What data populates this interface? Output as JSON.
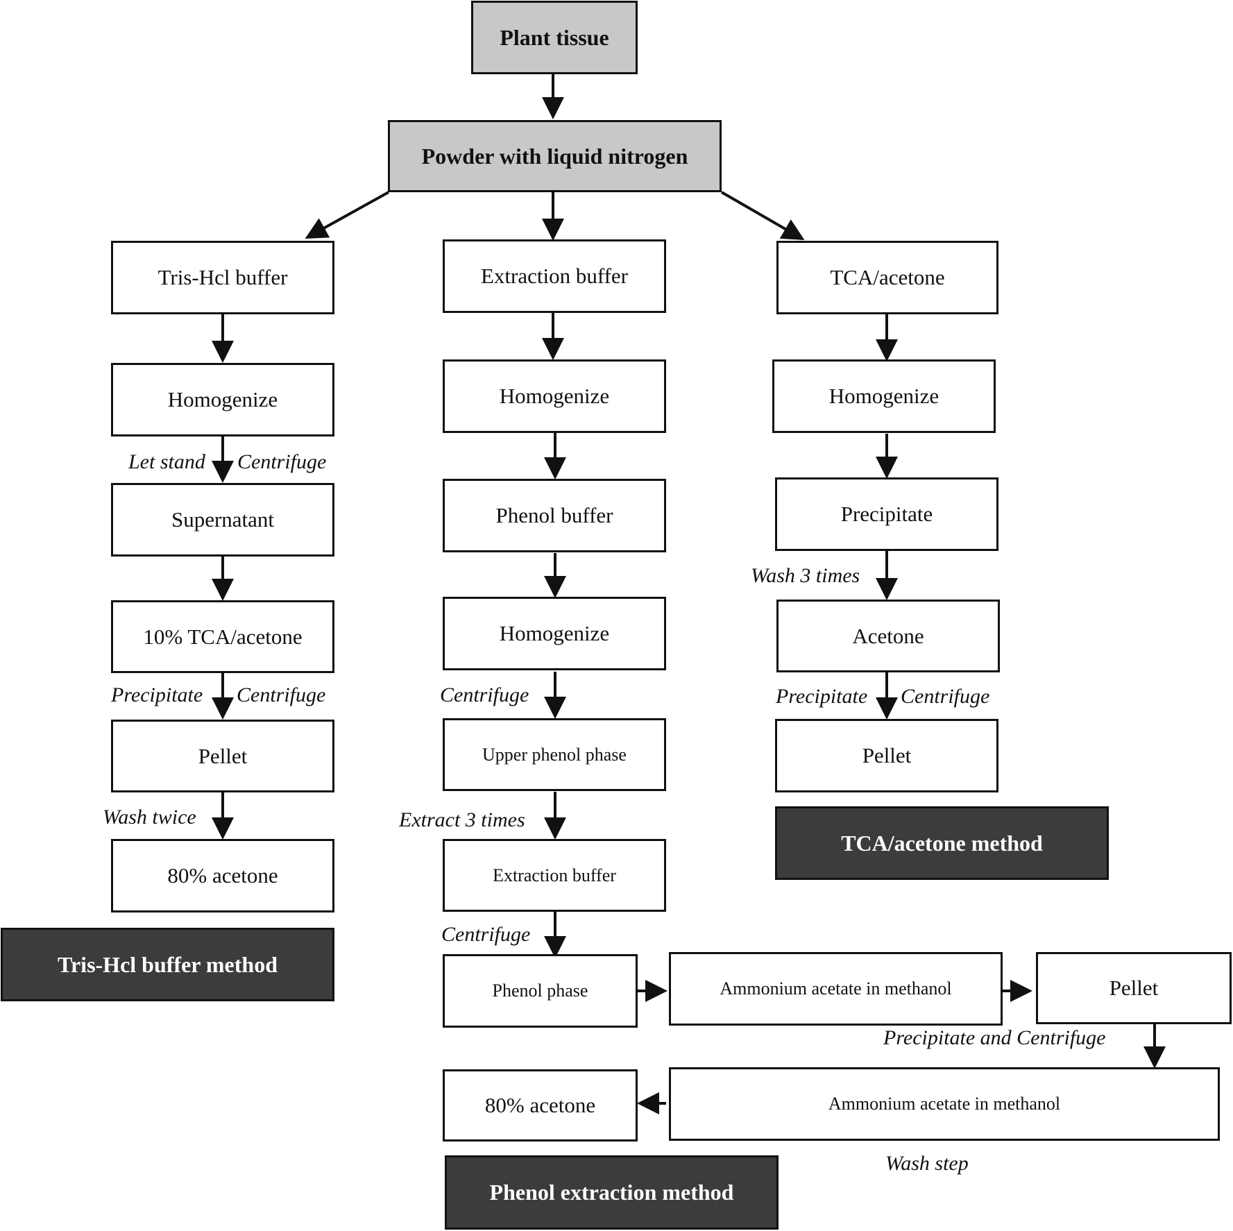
{
  "colors": {
    "top_box": "#c8c8c8",
    "method_box": "#3c3c3c",
    "line": "#111111"
  },
  "nodes": {
    "plant_tissue": "Plant tissue",
    "powder": "Powder with liquid nitrogen",
    "left": {
      "tris_buffer": "Tris-Hcl buffer",
      "homogenize": "Homogenize",
      "supernatant": "Supernatant",
      "tca_acetone_10": "10% TCA/acetone",
      "pellet": "Pellet",
      "acetone_80": "80% acetone",
      "method": "Tris-Hcl buffer method"
    },
    "middle": {
      "extraction_buffer": "Extraction buffer",
      "homogenize_1": "Homogenize",
      "phenol_buffer": "Phenol buffer",
      "homogenize_2": "Homogenize",
      "upper_phenol_phase": "Upper phenol phase",
      "extraction_buffer_2": "Extraction buffer",
      "phenol_phase": "Phenol phase",
      "ammonium_acetate_1": "Ammonium acetate in methanol",
      "pellet": "Pellet",
      "ammonium_acetate_2": "Ammonium acetate in methanol",
      "acetone_80": "80% acetone",
      "method": "Phenol extraction method"
    },
    "right": {
      "tca_acetone": "TCA/acetone",
      "homogenize": "Homogenize",
      "precipitate": "Precipitate",
      "acetone": "Acetone",
      "pellet": "Pellet",
      "method": "TCA/acetone method"
    }
  },
  "labels": {
    "let_stand": "Let stand",
    "centrifuge": "Centrifuge",
    "precipitate": "Precipitate",
    "wash_twice": "Wash twice",
    "extract_3_times": "Extract 3 times",
    "wash_3_times": "Wash 3 times",
    "precipitate_and_centrifuge": "Precipitate and Centrifuge",
    "wash_step": "Wash step"
  }
}
